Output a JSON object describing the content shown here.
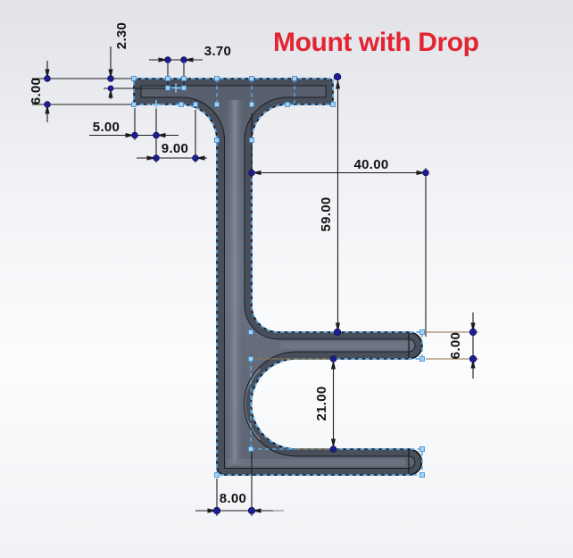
{
  "viewport": {
    "app": "cad-graphics-area",
    "part_name": "Mount with Drop"
  },
  "title": {
    "text": "Mount with Drop",
    "color": "#e22531"
  },
  "dimensions": {
    "drop_line_depth": {
      "value": "2.30",
      "orientation": "vertical"
    },
    "flange_thickness": {
      "value": "6.00",
      "orientation": "vertical"
    },
    "notch_width": {
      "value": "3.70",
      "orientation": "horizontal"
    },
    "edge_offset": {
      "value": "5.00",
      "orientation": "horizontal"
    },
    "web_offset": {
      "value": "9.00",
      "orientation": "horizontal"
    },
    "arm_length": {
      "value": "40.00",
      "orientation": "horizontal"
    },
    "web_height": {
      "value": "59.00",
      "orientation": "vertical"
    },
    "arm_thickness": {
      "value": "6.00",
      "orientation": "vertical"
    },
    "drop_gap": {
      "value": "21.00",
      "orientation": "vertical"
    },
    "web_thickness": {
      "value": "8.00",
      "orientation": "horizontal"
    }
  },
  "colors": {
    "part_outer": "#484e5a",
    "part_face": "#626a79",
    "edge_line": "#14161c",
    "selection_blue": "#62afed",
    "sketch_point_fill": "#a6d4f7",
    "sketch_point_border": "#3c87c8",
    "dim_point_navy": "#1d1d96",
    "extension_olive": "#8c7140",
    "dim_line": "#1c1c1c",
    "background_top": "#e2e4e8",
    "background_bottom": "#fbfcfd"
  }
}
